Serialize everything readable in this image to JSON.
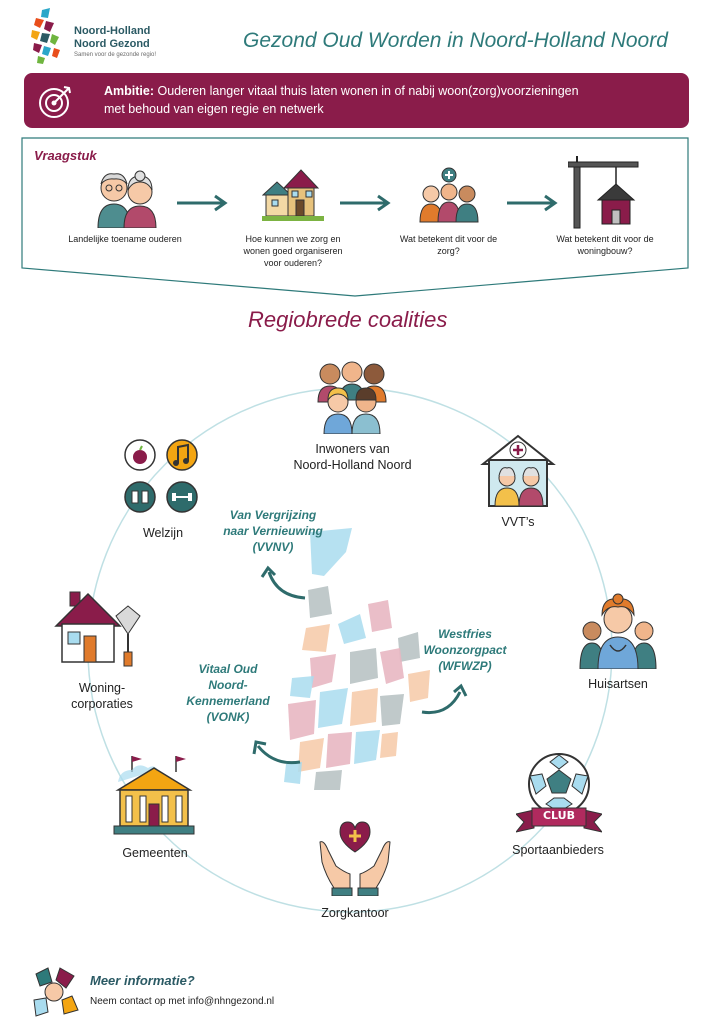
{
  "header": {
    "logo_line1": "Noord-Holland",
    "logo_line2": "Noord Gezond",
    "logo_tagline": "Samen voor de gezonde regio!",
    "title": "Gezond Oud Worden in Noord-Holland Noord"
  },
  "ambition": {
    "label": "Ambitie:",
    "text_line1": "Ouderen langer vitaal thuis laten wonen in of nabij woon(zorg)voorzieningen",
    "text_line2": "met behoud van eigen regie en netwerk"
  },
  "vraagstuk": {
    "title": "Vraagstuk",
    "steps": [
      {
        "line1": "Landelijke toename ouderen",
        "line2": "",
        "line3": ""
      },
      {
        "line1": "Hoe kunnen we zorg en",
        "line2": "wonen goed organiseren",
        "line3": "voor ouderen?"
      },
      {
        "line1": "Wat betekent dit voor de",
        "line2": "zorg?",
        "line3": ""
      },
      {
        "line1": "Wat betekent dit voor de",
        "line2": "woningbouw?",
        "line3": ""
      }
    ]
  },
  "coalitions": {
    "title": "Regiobrede coalities",
    "nodes": {
      "inwoners_1": "Inwoners van",
      "inwoners_2": "Noord-Holland Noord",
      "vvt": "VVT’s",
      "huisartsen": "Huisartsen",
      "sport": "Sportaanbieders",
      "zorgkantoor": "Zorgkantoor",
      "gemeenten": "Gemeenten",
      "woning_1": "Woning-",
      "woning_2": "corporaties",
      "welzijn": "Welzijn",
      "club_badge": "CLUB"
    },
    "center": {
      "vvnv_1": "Van Vergrijzing",
      "vvnv_2": "naar Vernieuwing",
      "vvnv_3": "(VVNV)",
      "wfwzp_1": "Westfries",
      "wfwzp_2": "Woonzorgpact",
      "wfwzp_3": "(WFWZP)",
      "vonk_1": "Vitaal Oud",
      "vonk_2": "Noord-",
      "vonk_3": "Kennemerland",
      "vonk_4": "(VONK)"
    }
  },
  "footer": {
    "title": "Meer informatie?",
    "text": "Neem contact op met info@nhngezond.nl"
  },
  "colors": {
    "teal": "#2e7a7a",
    "burgundy": "#8a1c4a",
    "light_blue": "#a9dcef",
    "peach": "#f6c9a7",
    "pink": "#e8b7c2",
    "grey": "#b9c3c4"
  }
}
